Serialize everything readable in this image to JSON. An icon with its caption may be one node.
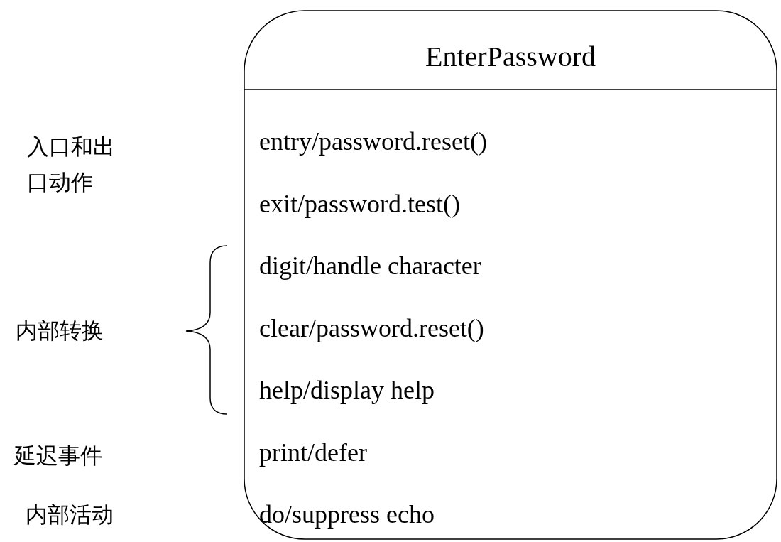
{
  "diagram": {
    "nodes": [
      {
        "text": [
          "EnterPassword",
          "entry/password.reset()",
          "exit/password.test()",
          "digit/handle character",
          "clear/password.reset()",
          "help/display help",
          "print/defer",
          "do/suppress echo"
        ]
      }
    ],
    "labels": [
      "入口和出口动作",
      "内部转换",
      "延迟事件",
      "内部活动"
    ]
  }
}
